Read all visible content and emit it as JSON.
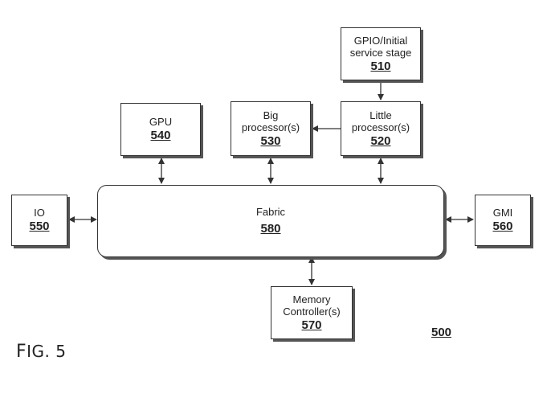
{
  "blocks": {
    "gpio": {
      "label": "GPIO/Initial\nservice stage",
      "ref": "510"
    },
    "little": {
      "label": "Little\nprocessor(s)",
      "ref": "520"
    },
    "big": {
      "label": "Big\nprocessor(s)",
      "ref": "530"
    },
    "gpu": {
      "label": "GPU",
      "ref": "540"
    },
    "io": {
      "label": "IO",
      "ref": "550"
    },
    "gmi": {
      "label": "GMI",
      "ref": "560"
    },
    "memory": {
      "label": "Memory\nController(s)",
      "ref": "570"
    },
    "fabric": {
      "label": "Fabric",
      "ref": "580"
    }
  },
  "figure": {
    "label_prefix": "F",
    "label_rest": "IG. 5",
    "ref": "500"
  },
  "colors": {
    "stroke": "#333333",
    "shadow": "#555555"
  }
}
